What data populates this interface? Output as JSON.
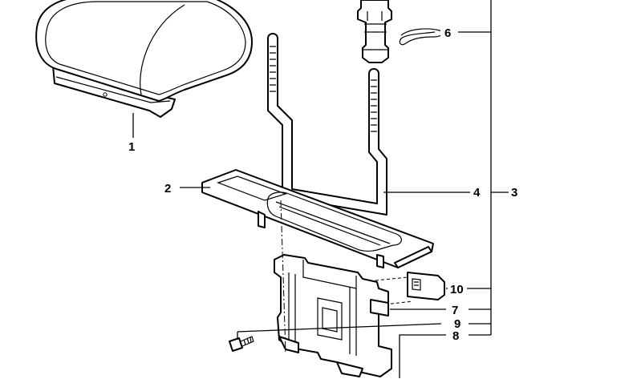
{
  "callouts": [
    {
      "id": "1",
      "text": "1"
    },
    {
      "id": "2",
      "text": "2"
    },
    {
      "id": "3",
      "text": "3"
    },
    {
      "id": "4",
      "text": "4"
    },
    {
      "id": "6",
      "text": "6"
    },
    {
      "id": "7",
      "text": "7"
    },
    {
      "id": "8",
      "text": "8"
    },
    {
      "id": "9",
      "text": "9"
    },
    {
      "id": "10",
      "text": "10"
    }
  ]
}
